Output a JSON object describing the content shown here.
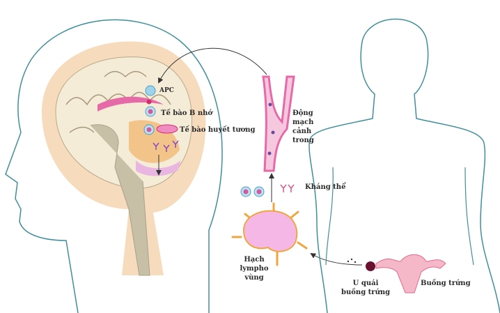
{
  "labels": {
    "apc": "APC",
    "memory_b_cell": "Tế bào B nhớ",
    "plasma_cell": "Tế bào huyết tương",
    "artery": [
      "Động",
      "mạch",
      "cảnh",
      "trong"
    ],
    "antibody": "Kháng thể",
    "lymph_node": [
      "Hạch",
      "lympho",
      "vùng"
    ],
    "teratoma": [
      "U quái",
      "buồng trứng"
    ],
    "ovary": "Buồng trứng"
  },
  "colors": {
    "outline": "#3f8f9a",
    "pink": "#e66aa8",
    "beige": "#f6dcbc",
    "lymph_orange": "#f0a640"
  }
}
